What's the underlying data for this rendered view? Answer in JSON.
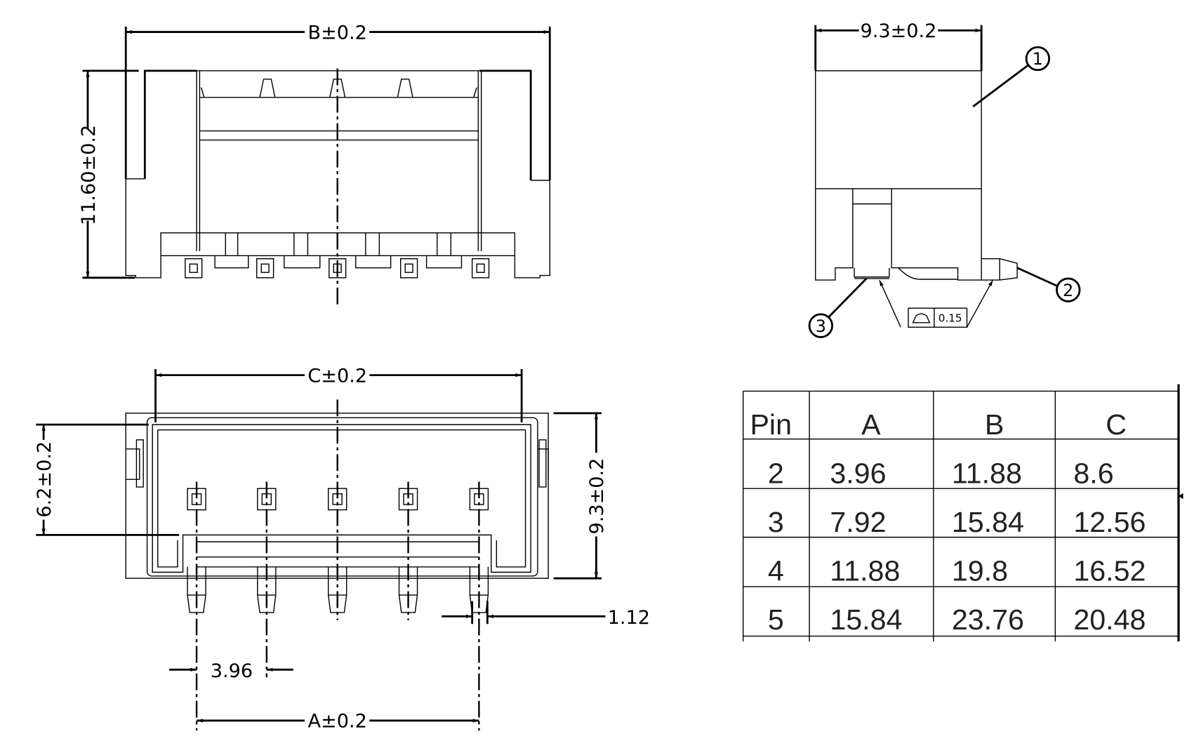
{
  "dimensions": {
    "top_width": "B±0.2",
    "top_height": "11.60±0.2",
    "side_width": "9.3±0.2",
    "bottom_width": "C±0.2",
    "bottom_depth": "6.2±0.2",
    "bottom_height": "9.3±0.2",
    "pin_width": "1.12",
    "pitch": "3.96",
    "pin_span": "A±0.2"
  },
  "callouts": [
    "1",
    "2",
    "3"
  ],
  "flatness_tolerance": "0.15",
  "table": {
    "headers": [
      "Pin",
      "A",
      "B",
      "C"
    ],
    "rows": [
      [
        "2",
        "3.96",
        "11.88",
        "8.6"
      ],
      [
        "3",
        "7.92",
        "15.84",
        "12.56"
      ],
      [
        "4",
        "11.88",
        "19.8",
        "16.52"
      ],
      [
        "5",
        "15.84",
        "23.76",
        "20.48"
      ]
    ]
  }
}
